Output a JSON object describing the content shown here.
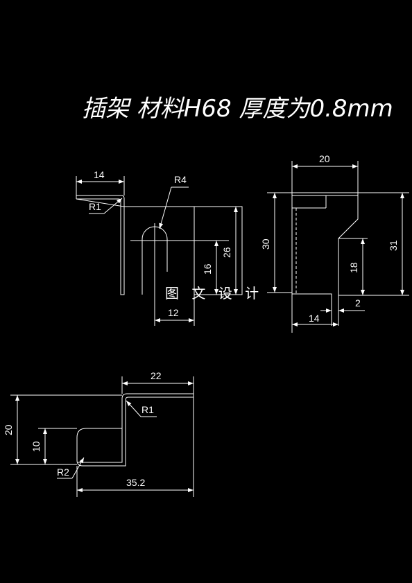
{
  "title": "插架  材料H68  厚度为0.8mm",
  "watermark": "图 文 设 计",
  "colors": {
    "background": "#000000",
    "lines": "#ffffff"
  },
  "views": {
    "front": {
      "dims": {
        "d14": "14",
        "r1": "R1",
        "r4": "R4",
        "d26": "26",
        "d16": "16",
        "d12": "12"
      }
    },
    "side": {
      "dims": {
        "d20": "20",
        "d30": "30",
        "d31": "31",
        "d18": "18",
        "d2": "2",
        "d14": "14"
      }
    },
    "bottom": {
      "dims": {
        "d22": "22",
        "d20": "20",
        "d10": "10",
        "r1": "R1",
        "r2": "R2",
        "d35": "35.2"
      }
    }
  }
}
